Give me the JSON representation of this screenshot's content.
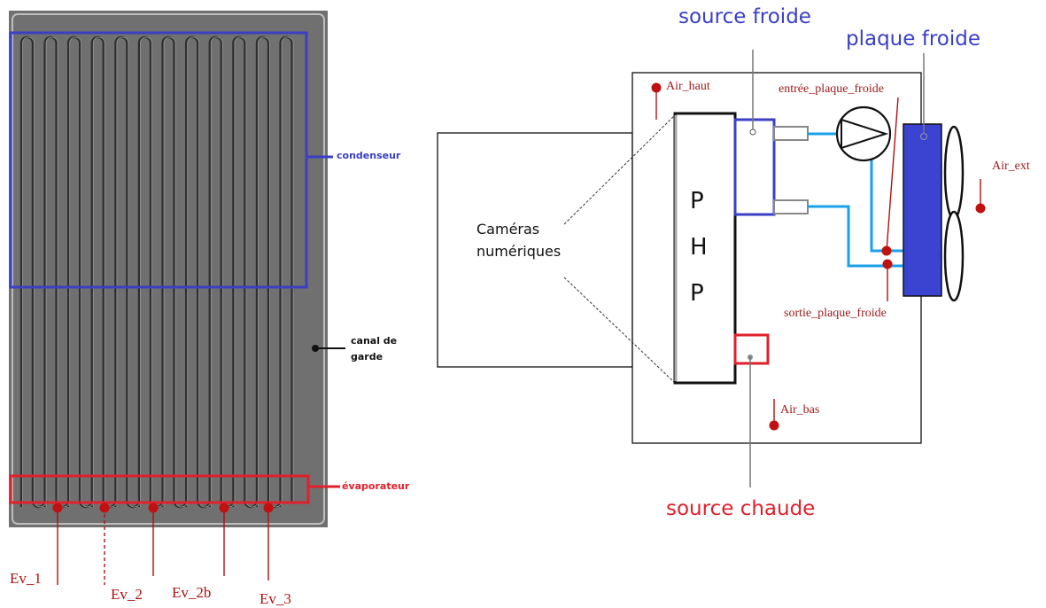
{
  "colors": {
    "blue": "#3a3fc4",
    "red": "#e0202c",
    "dark_red": "#b01010",
    "pipe_blue": "#1aa0e8",
    "photo_bg": "#6f6f6f",
    "channel": "#2f2f2f"
  },
  "photo": {
    "condenser_label": "condenseur",
    "guard_label_line1": "canal de",
    "guard_label_line2": "garde",
    "evaporator_label": "évaporateur",
    "sensors": [
      "Ev_1",
      "Ev_2",
      "Ev_2b",
      "Ev_3"
    ]
  },
  "schematic": {
    "cold_source_label": "source froide",
    "cold_plate_label": "plaque froide",
    "hot_source_label": "source chaude",
    "cameras_line1": "Caméras",
    "cameras_line2": "numériques",
    "php_letters": [
      "P",
      "H",
      "P"
    ],
    "sensors": {
      "air_top": "Air_haut",
      "plate_inlet": "entrée_plaque_froide",
      "plate_outlet": "sortie_plaque_froide",
      "air_ext": "Air_ext",
      "air_bottom": "Air_bas"
    }
  }
}
